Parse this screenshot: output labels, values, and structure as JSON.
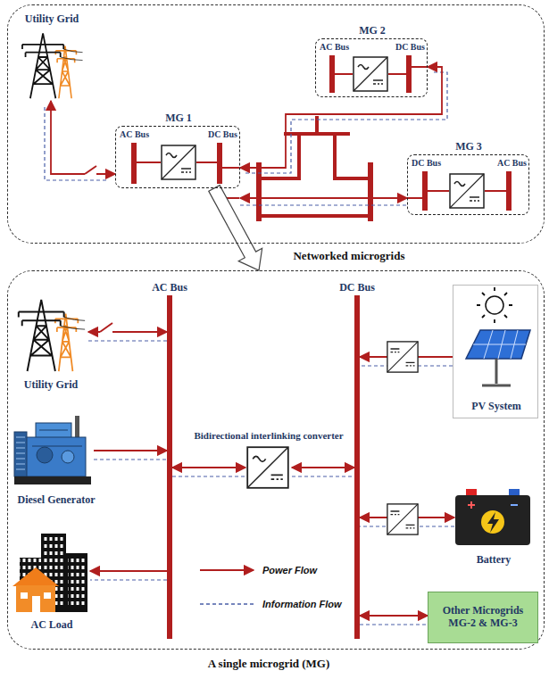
{
  "diagram": {
    "nodes": [
      {
        "text": [
          "Networked microgrids"
        ]
      },
      {
        "text": [
          "Utility Grid"
        ],
        "in": 0
      },
      {
        "text": [
          "MG 1",
          "AC Bus",
          "DC Bus"
        ],
        "in": 0
      },
      {
        "text": [
          "MG 2",
          "AC Bus",
          "DC Bus"
        ],
        "in": 0
      },
      {
        "text": [
          "MG 3",
          "DC Bus",
          "AC Bus"
        ],
        "in": 0
      },
      {
        "text": [
          "A single microgrid (MG)"
        ]
      },
      {
        "text": [
          "AC Bus"
        ],
        "in": 5
      },
      {
        "text": [
          "DC Bus"
        ],
        "in": 5
      },
      {
        "text": [
          "Utility Grid"
        ],
        "in": 5
      },
      {
        "text": [
          "Diesel Generator"
        ],
        "in": 5
      },
      {
        "text": [
          "AC Load"
        ],
        "in": 5
      },
      {
        "text": [
          "Bidirectional interlinking converter"
        ],
        "in": 5
      },
      {
        "text": [
          "PV System"
        ],
        "in": 5
      },
      {
        "text": [
          "Battery"
        ],
        "in": 5
      },
      {
        "text": [
          "Other Microgrids MG-2 & MG-3"
        ],
        "in": 5
      }
    ],
    "edges": [
      {
        "from": 1,
        "to": 2,
        "arrow": "both"
      },
      {
        "from": 2,
        "to": 3,
        "arrow": "both"
      },
      {
        "from": 2,
        "to": 4,
        "arrow": "both"
      },
      {
        "from": 2,
        "to": 5,
        "arrow": "to"
      },
      {
        "from": 8,
        "to": 6,
        "arrow": "both"
      },
      {
        "from": 9,
        "to": 6,
        "arrow": "to"
      },
      {
        "from": 6,
        "to": 10,
        "arrow": "to"
      },
      {
        "from": 6,
        "to": 11,
        "arrow": "both"
      },
      {
        "from": 11,
        "to": 7,
        "arrow": "both"
      },
      {
        "from": 12,
        "to": 7,
        "arrow": "to"
      },
      {
        "from": 13,
        "to": 7,
        "arrow": "both"
      },
      {
        "from": 7,
        "to": 14,
        "arrow": "both"
      }
    ],
    "legend": [
      {
        "text": "Power Flow"
      },
      {
        "text": "Information Flow"
      }
    ]
  }
}
